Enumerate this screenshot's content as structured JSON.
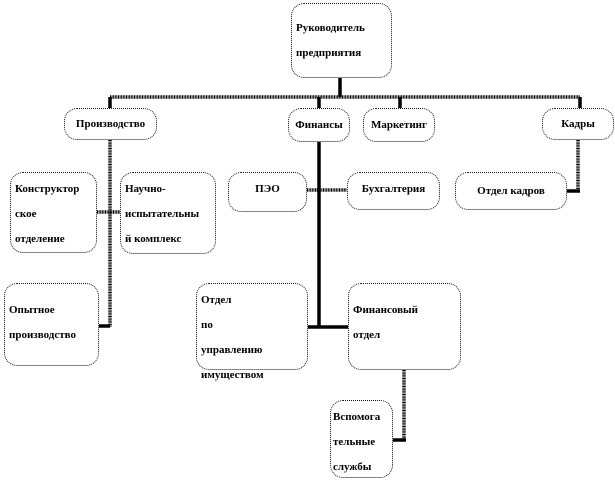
{
  "nodes": {
    "head": [
      "Руководитель",
      "предприятия"
    ],
    "production": "Производство",
    "finance": "Финансы",
    "marketing": "Маркетинг",
    "hr": "Кадры",
    "design": [
      "Конструктор",
      "ское",
      "отделение"
    ],
    "research": [
      "Научно-",
      "испытательны",
      "й комплекс"
    ],
    "peo": "ПЭО",
    "accounting": "Бухгалтерия",
    "hr_dept": "Отдел кадров",
    "pilot": [
      "Опытное",
      "производство"
    ],
    "property": [
      "Отдел по",
      "управлению",
      "имуществом"
    ],
    "fin_dept": [
      "Финансовый",
      "отдел"
    ],
    "aux": [
      "Вспомога",
      "тельные",
      "службы"
    ]
  }
}
